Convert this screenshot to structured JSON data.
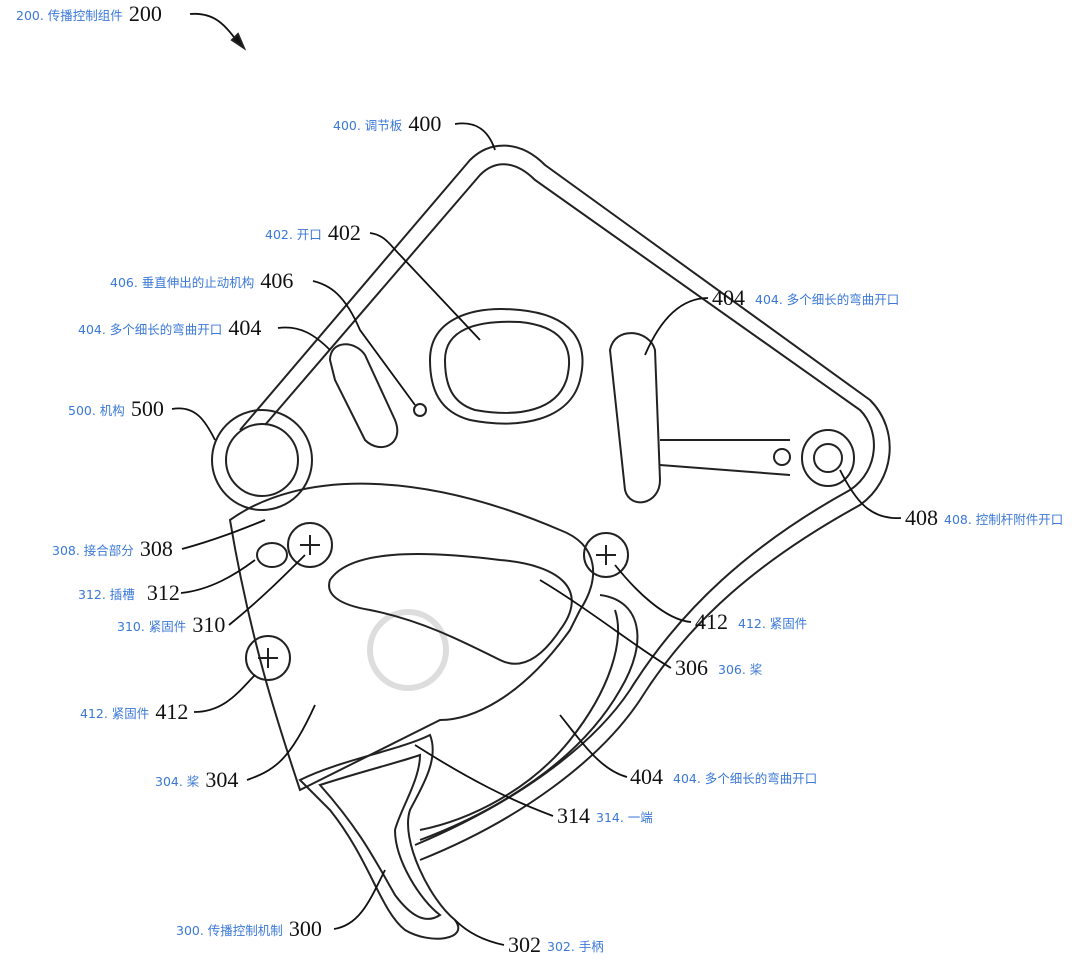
{
  "title": {
    "cn": "200. 传播控制组件",
    "num": "200"
  },
  "labels": [
    {
      "id": "400",
      "cn": "400. 调节板",
      "num": "400"
    },
    {
      "id": "402",
      "cn": "402. 开口",
      "num": "402"
    },
    {
      "id": "406",
      "cn": "406. 垂直伸出的止动机构",
      "num": "406"
    },
    {
      "id": "404a",
      "cn": "404. 多个细长的弯曲开口",
      "num": "404"
    },
    {
      "id": "500",
      "cn": "500. 机构",
      "num": "500"
    },
    {
      "id": "308",
      "cn": "308. 接合部分",
      "num": "308"
    },
    {
      "id": "312",
      "cn": "312. 插槽",
      "num": "312"
    },
    {
      "id": "310",
      "cn": "310. 紧固件",
      "num": "310"
    },
    {
      "id": "412a",
      "cn": "412. 紧固件",
      "num": "412"
    },
    {
      "id": "304",
      "cn": "304. 桨",
      "num": "304"
    },
    {
      "id": "300",
      "cn": "300. 传播控制机制",
      "num": "300"
    },
    {
      "id": "302",
      "cn": "302. 手柄",
      "num": "302"
    },
    {
      "id": "314",
      "cn": "314. 一端",
      "num": "314"
    },
    {
      "id": "404b",
      "cn": "404. 多个细长的弯曲开口",
      "num": "404"
    },
    {
      "id": "306",
      "cn": "306. 桨",
      "num": "306"
    },
    {
      "id": "412b",
      "cn": "412. 紧固件",
      "num": "412"
    },
    {
      "id": "408",
      "cn": "408. 控制杆附件开口",
      "num": "408"
    },
    {
      "id": "404c",
      "cn": "404. 多个细长的弯曲开口",
      "num": "404"
    }
  ]
}
